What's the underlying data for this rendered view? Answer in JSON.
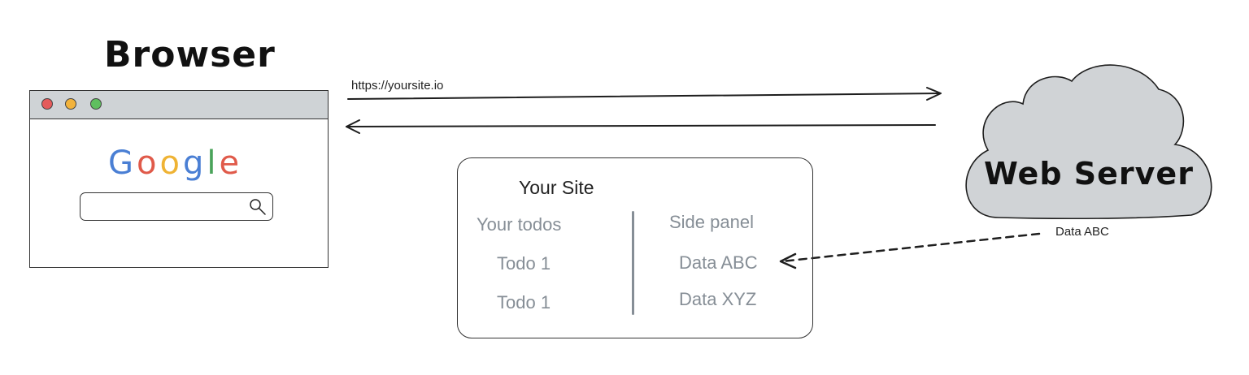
{
  "browser": {
    "title": "Browser",
    "logo_letters": [
      {
        "char": "G",
        "color": "#4a7fd4"
      },
      {
        "char": "o",
        "color": "#e05a4a"
      },
      {
        "char": "o",
        "color": "#efb334"
      },
      {
        "char": "g",
        "color": "#4a7fd4"
      },
      {
        "char": "l",
        "color": "#4aa35a"
      },
      {
        "char": "e",
        "color": "#e05a4a"
      }
    ],
    "dot_colors": [
      "#e55b5b",
      "#f2b33d",
      "#5fbf5f"
    ],
    "chrome_color": "#cfd3d6"
  },
  "request": {
    "url": "https://yoursite.io"
  },
  "site": {
    "title": "Your Site",
    "left_header": "Your todos",
    "left_items": [
      "Todo 1",
      "Todo 1"
    ],
    "right_header": "Side panel",
    "right_items": [
      "Data ABC",
      "Data XYZ"
    ]
  },
  "server": {
    "label": "Web Server",
    "cloud_color": "#d0d3d6",
    "data_label": "Data ABC"
  }
}
